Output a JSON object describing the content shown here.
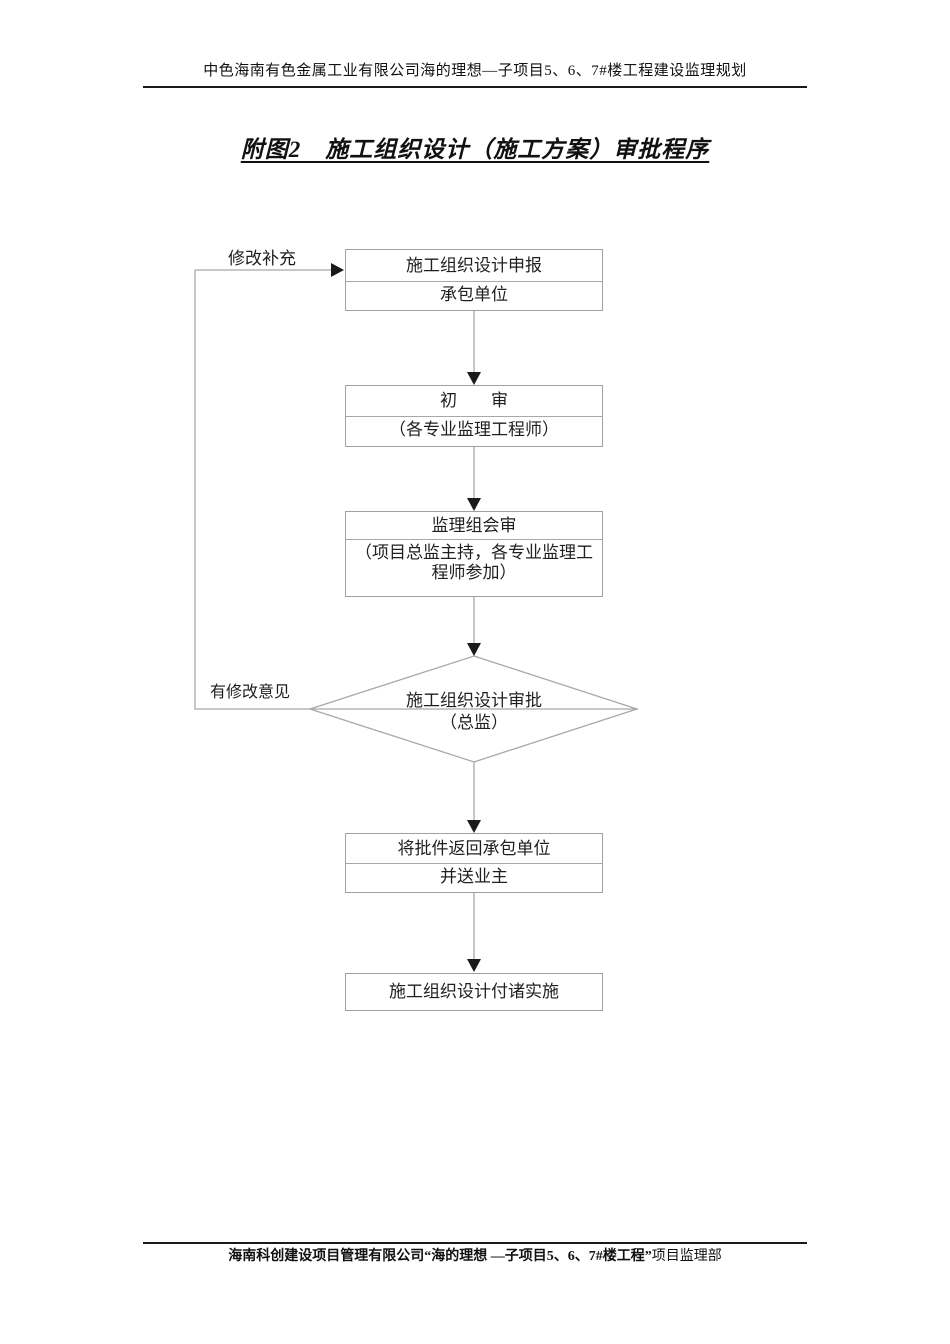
{
  "page": {
    "header": "中色海南有色金属工业有限公司海的理想—子项目5、6、7#楼工程建设监理规划",
    "title": "附图2　施工组织设计（施工方案）审批程序",
    "footer": {
      "bold_part": "海南科创建设项目管理有限公司“海的理想 —子项目5、6、7#楼工程”",
      "regular_part": "项目监理部"
    }
  },
  "flowchart": {
    "feedback_labels": {
      "top": "修改补充",
      "side": "有修改意见"
    },
    "steps": {
      "apply": {
        "line1": "施工组织设计申报",
        "line2": "承包单位"
      },
      "initial_review": {
        "line1": "初　　审",
        "line2": "（各专业监理工程师）"
      },
      "group_review": {
        "line1": "监理组会审",
        "line2": "（项目总监主持，各专业监理工程师参加）"
      },
      "approval_decision": {
        "line1": "施工组织设计审批",
        "line2": "（总监）"
      },
      "return_to_contractor": {
        "line1": "将批件返回承包单位",
        "line2": "并送业主"
      },
      "implement": {
        "line1": "施工组织设计付诸实施"
      }
    }
  },
  "colors": {
    "connector_gray": "#a8a8a8",
    "border_gray": "#a0a0a0",
    "arrow_black": "#1a1a1a",
    "text_black": "#1f1f1f"
  }
}
